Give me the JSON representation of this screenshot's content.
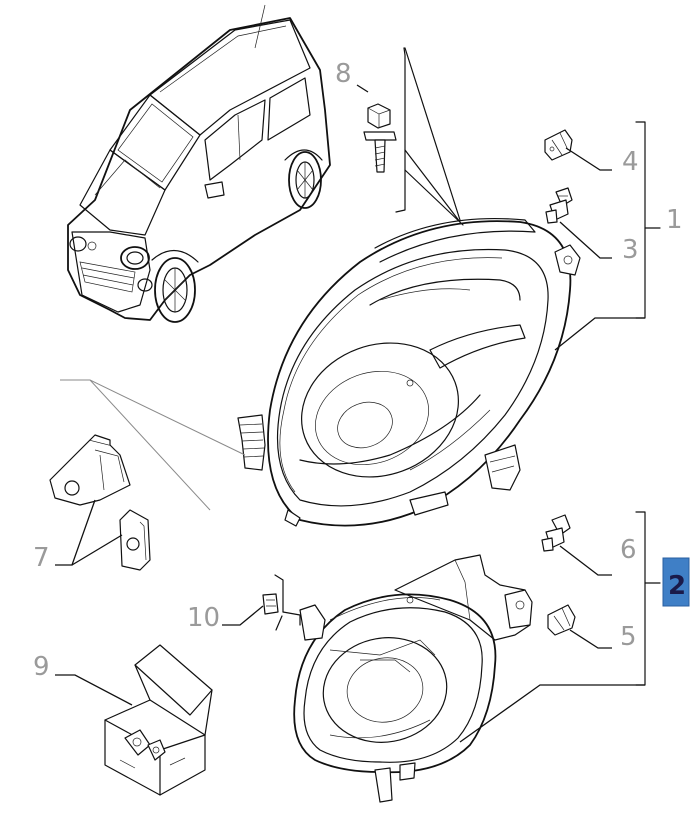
{
  "callouts": {
    "c1": "1",
    "c2": "2",
    "c3": "3",
    "c4": "4",
    "c5": "5",
    "c6": "6",
    "c7": "7",
    "c8": "8",
    "c9": "9",
    "c10": "10"
  },
  "colors": {
    "highlight_box": "#3f7fc6",
    "callout_text": "#9a9a9a",
    "line": "#111111"
  },
  "icons": {
    "car": "car-overview-icon",
    "headlamp_main": "headlamp-assembly-icon",
    "headlamp_alt": "headlamp-assembly-alt-icon",
    "bulb": "bulb-icon",
    "bolt": "bolt-icon",
    "bracket": "bracket-icon",
    "bulb_kit": "bulb-kit-box-icon",
    "clip": "clip-icon"
  }
}
